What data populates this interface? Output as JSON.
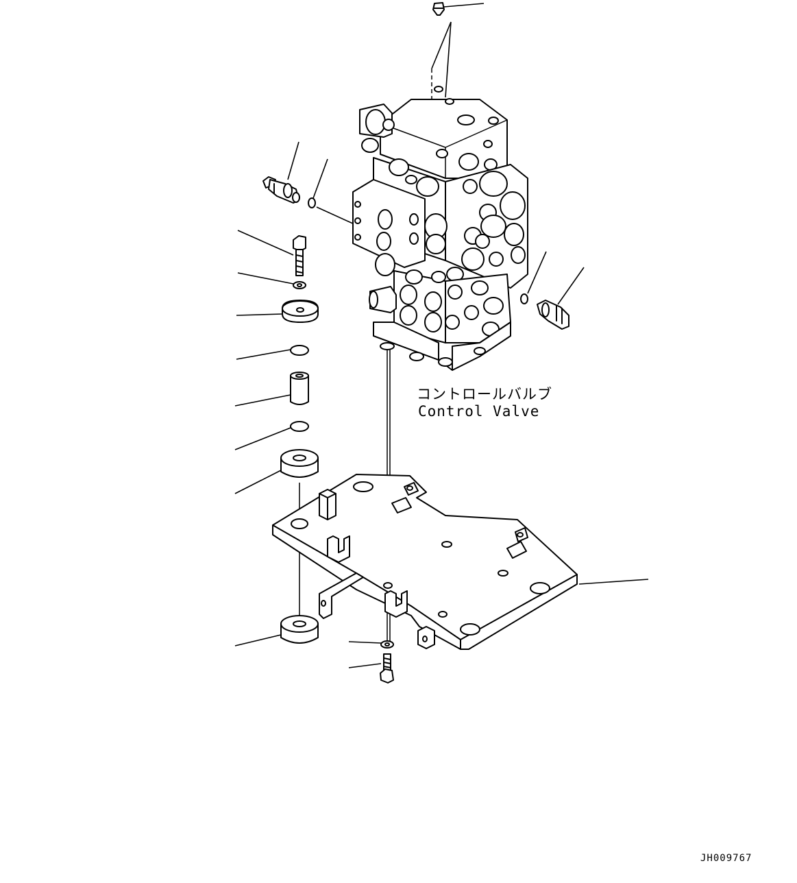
{
  "labels": {
    "part_name_ja": "コントロールバルブ",
    "part_name_en": "Control Valve",
    "drawing_code": "JH009767"
  },
  "icons": {
    "control_valve": "control-valve-icon",
    "pressure_sensor": "pressure-sensor-icon",
    "bracket_plate": "bracket-plate-icon",
    "bolt": "bolt-icon",
    "washer": "washer-icon",
    "o_ring": "o-ring-icon",
    "collar": "collar-icon",
    "cushion": "cushion-icon",
    "plug": "plug-icon"
  }
}
